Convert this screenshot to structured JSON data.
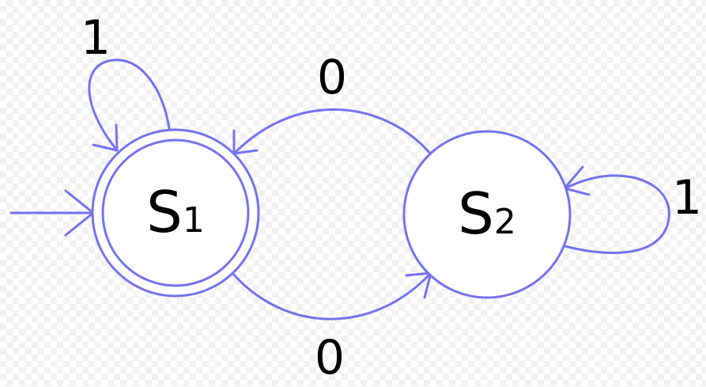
{
  "diagram": {
    "states": [
      {
        "id": "s1",
        "label": "S",
        "subscript": "1",
        "accepting": true,
        "initial": true
      },
      {
        "id": "s2",
        "label": "S",
        "subscript": "2",
        "accepting": false,
        "initial": false
      }
    ],
    "transitions": [
      {
        "from": "s1",
        "to": "s1",
        "symbol": "1"
      },
      {
        "from": "s2",
        "to": "s1",
        "symbol": "0"
      },
      {
        "from": "s1",
        "to": "s2",
        "symbol": "0"
      },
      {
        "from": "s2",
        "to": "s2",
        "symbol": "1"
      }
    ]
  },
  "colors": {
    "edge": "#7373ee",
    "node_border": "#7373ee",
    "text": "#000000"
  }
}
